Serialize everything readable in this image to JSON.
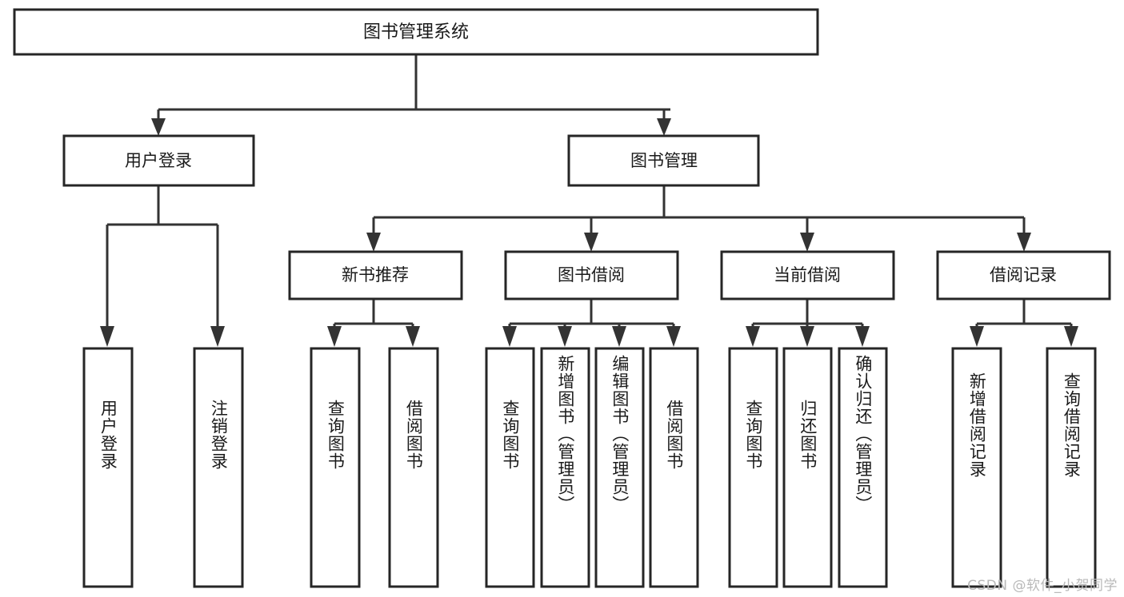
{
  "diagram": {
    "type": "tree-hierarchy",
    "title": "图书管理系统",
    "watermark": "CSDN @软件_小贺同学",
    "colors": {
      "box_stroke": "#262626",
      "connector": "#333333",
      "background": "#ffffff",
      "text": "#1a1a1a",
      "watermark": "#b9b9b9"
    },
    "root": {
      "label": "图书管理系统"
    },
    "level2": [
      {
        "label": "用户登录"
      },
      {
        "label": "图书管理"
      }
    ],
    "level3": [
      {
        "label": "新书推荐"
      },
      {
        "label": "图书借阅"
      },
      {
        "label": "当前借阅"
      },
      {
        "label": "借阅记录"
      }
    ],
    "leaves": {
      "user_login": [
        {
          "label": "用户登录"
        },
        {
          "label": "注销登录"
        }
      ],
      "new_book_recommend": [
        {
          "label": "查询图书"
        },
        {
          "label": "借阅图书"
        }
      ],
      "book_borrow": [
        {
          "label": "查询图书"
        },
        {
          "label": "新增图书（管理员）"
        },
        {
          "label": "编辑图书（管理员）"
        },
        {
          "label": "借阅图书"
        }
      ],
      "current_borrow": [
        {
          "label": "查询图书"
        },
        {
          "label": "归还图书"
        },
        {
          "label": "确认归还（管理员）"
        }
      ],
      "borrow_record": [
        {
          "label": "新增借阅记录"
        },
        {
          "label": "查询借阅记录"
        }
      ]
    }
  }
}
